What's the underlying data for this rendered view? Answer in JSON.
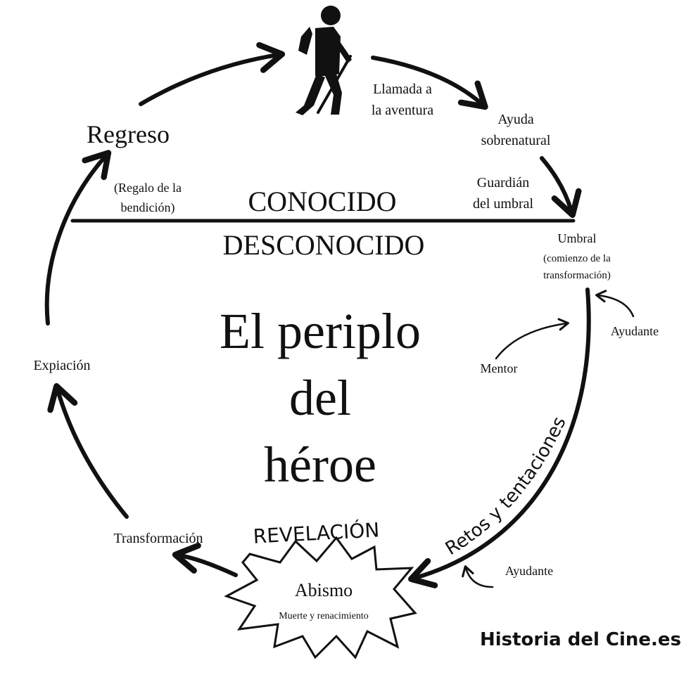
{
  "diagram": {
    "title": [
      "El periplo",
      "del",
      "héroe"
    ],
    "known": "CONOCIDO",
    "unknown": "DESCONOCIDO",
    "stages": {
      "call": [
        "Llamada a",
        "la aventura"
      ],
      "supernatural_aid": [
        "Ayuda",
        "sobrenatural"
      ],
      "threshold_guardian": [
        "Guardián",
        "del umbral"
      ],
      "threshold": [
        "Umbral",
        "(comienzo de la",
        "transformación)"
      ],
      "helper_top": "Ayudante",
      "mentor": "Mentor",
      "trials": "Retos y tentaciones",
      "helper_bottom": "Ayudante",
      "revelation": "REVELACIÓN",
      "abyss": "Abismo",
      "abyss_sub": "Muerte y renacimiento",
      "transformation": "Transformación",
      "atonement": "Expiación",
      "return": "Regreso",
      "return_sub": [
        "(Regalo de la",
        "bendición)"
      ]
    },
    "icons": [
      "hiker-icon",
      "starburst-icon"
    ]
  },
  "watermark": "Historia del Cine.es"
}
